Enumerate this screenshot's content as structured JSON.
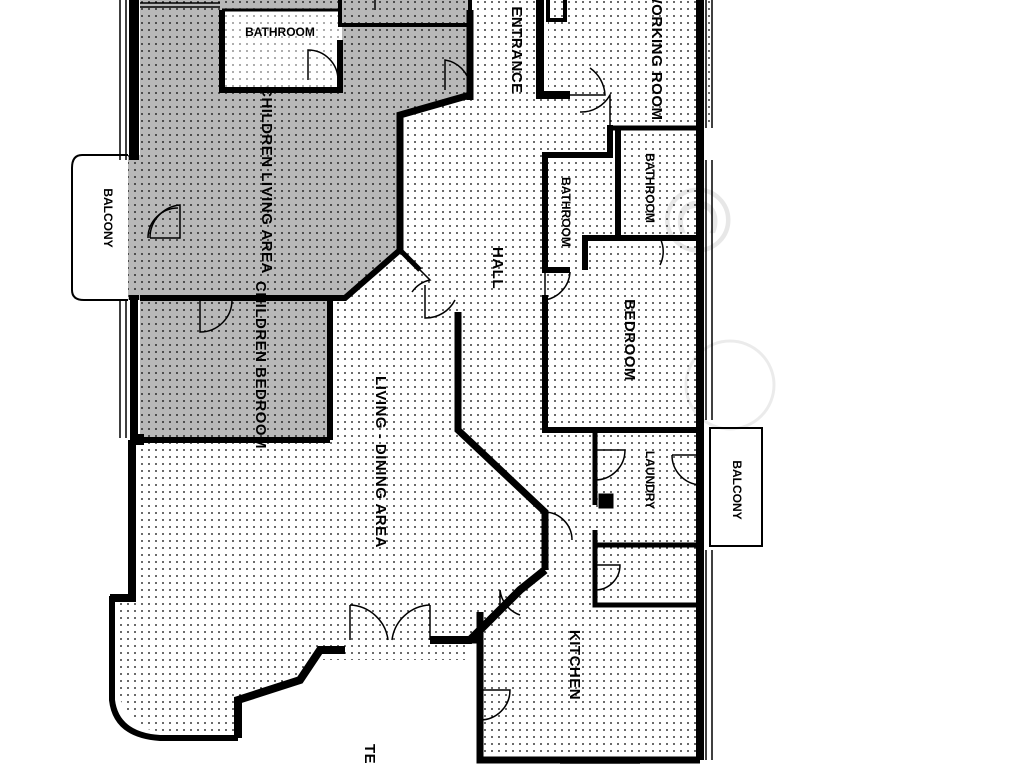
{
  "rooms": {
    "entrance": "ENTRANCE",
    "working_room": "WORKING ROOM",
    "bathroom_top": "BATHROOM",
    "bathroom_right": "BATHROOM",
    "bathroom_hall": "BATHROOM",
    "children_living": "CHILDREN LIVING AREA",
    "children_bedroom": "CHILDREN BEDROOM",
    "balcony_left": "BALCONY",
    "balcony_right": "BALCONY",
    "hall": "HALL",
    "bedroom": "BEDROOM",
    "living_dining": "LIVING - DINING AREA",
    "laundry": "LAUNDRY",
    "kitchen": "KITCHEN",
    "terrace_partial": "TE"
  },
  "watermark": "©",
  "colors": {
    "wall": "#000000",
    "floor_dots": "#000000",
    "children_zone": "#b8b8b8",
    "background": "#ffffff"
  }
}
